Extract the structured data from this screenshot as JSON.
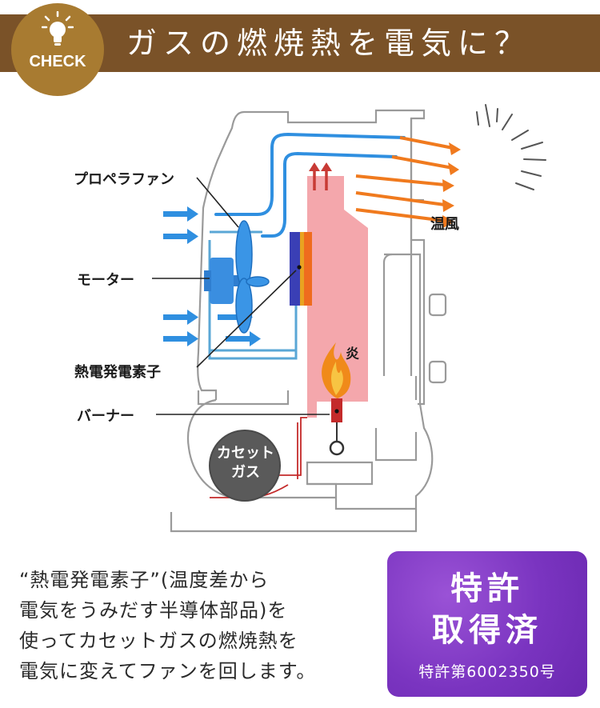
{
  "header": {
    "badge_text": "CHECK",
    "title": "ガスの燃焼熱を電気に？",
    "bar_color": "#7a5228",
    "badge_color": "#a87b31",
    "icon": "lightbulb-icon"
  },
  "diagram": {
    "labels": {
      "propeller_fan": "プロペラファン",
      "motor": "モーター",
      "thermoelectric": "熱電発電素子",
      "burner": "バーナー",
      "warm_air": "温風",
      "flame": "炎",
      "cassette_gas_line1": "カセット",
      "cassette_gas_line2": "ガス"
    },
    "colors": {
      "air_in": "#2f8fe0",
      "warm_air": "#f07a1e",
      "heat_zone": "#f3a2a8",
      "outline": "#9a9a9a"
    }
  },
  "description": {
    "lines": [
      "“熱電発電素子”(温度差から",
      "電気をうみだす半導体部品)を",
      "使ってカセットガスの燃焼熱を",
      "電気に変えてファンを回します。"
    ]
  },
  "patent": {
    "line1": "特許",
    "line2": "取得済",
    "number": "特許第6002350号",
    "color": "#7a34c0"
  }
}
